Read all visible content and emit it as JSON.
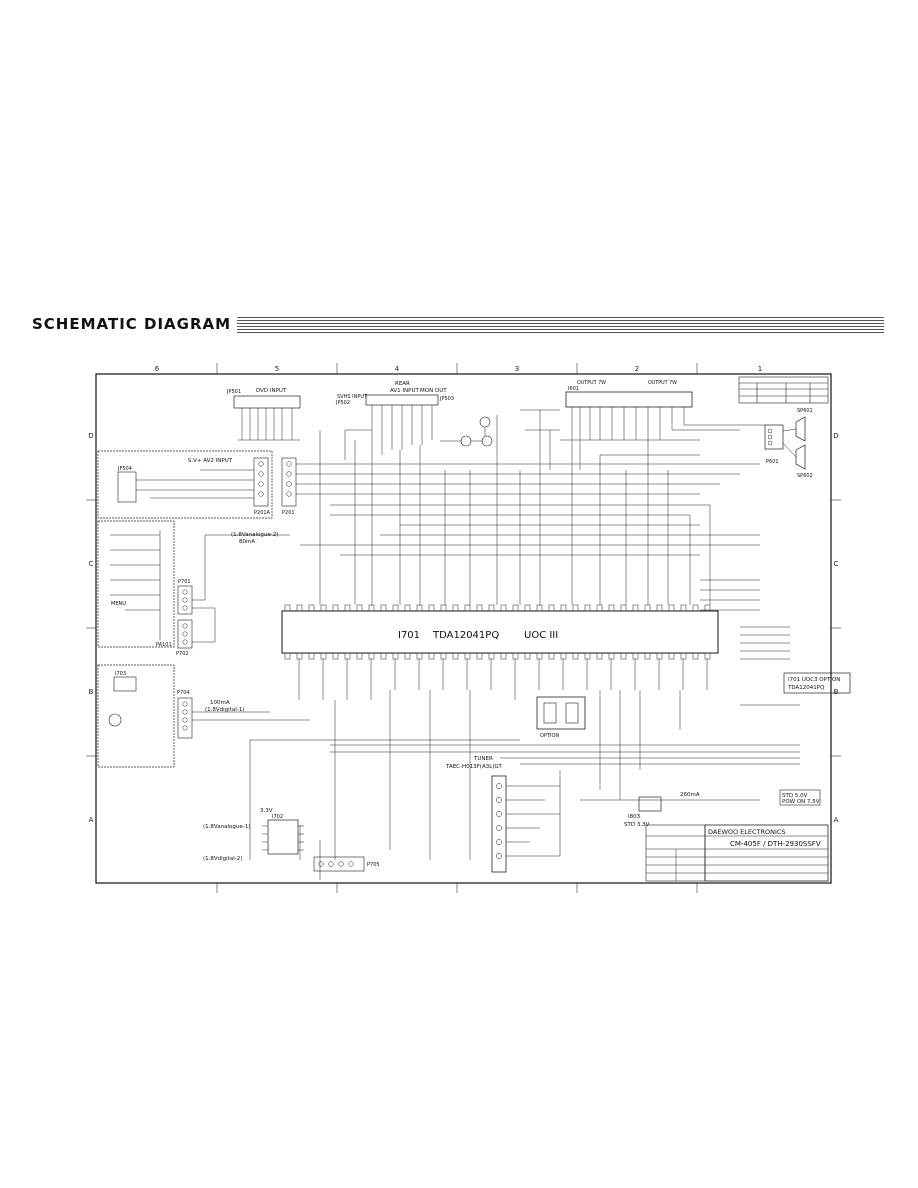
{
  "header": {
    "title": "SCHEMATIC DIAGRAM"
  },
  "grid": {
    "columns": [
      "6",
      "5",
      "4",
      "3",
      "2",
      "1"
    ],
    "rows": [
      "D",
      "C",
      "B",
      "A"
    ]
  },
  "connectors": {
    "dvd_input": "DVD INPUT",
    "jp501": "JP501",
    "svhs_input": "SVHS INPUT",
    "jp502": "JP502",
    "rear": "REAR",
    "av1_input": "AV1 INPUT",
    "mon_out": "MON OUT",
    "jp503": "JP503",
    "output_7w_a": "OUTPUT 7W",
    "output_7w_b": "OUTPUT 7W",
    "i601": "I601",
    "sp601": "SP601",
    "sp602": "SP602",
    "p601": "P601",
    "jf504": "JF504",
    "side_av2": "S.V+ AV2 INPUT",
    "p201": "P201",
    "p201a": "P201A",
    "pa101": "PA101",
    "p701": "P701",
    "p702": "P702",
    "p704": "P704",
    "p705": "P705",
    "i703": "I703",
    "menu": "MENU"
  },
  "main_ic": {
    "ref": "I701",
    "part": "TDA12041PQ",
    "family": "UOC III"
  },
  "annotations": {
    "v1_8_analogue_2": "(1.8Vanalogue-2)",
    "ma_80": "80mA",
    "ma_100": "100mA",
    "v1_8_digital_1": "(1.8Vdigital-1)",
    "v1_8_analogue_1": "(1.8Vanalogue-1)",
    "v1_8_digital_2": "(1.8Vdigital-2)",
    "v3_3": "3.3V",
    "i702": "I702",
    "ma_260": "260mA",
    "std_3_3": "STD 3.3V",
    "i803": "I803",
    "std_5v": "STD 5.0V",
    "pow_on_5v": "POW ON 7.5V",
    "option": "OPTION",
    "tuner": "TUNER",
    "tuner_part": "TAEC-H013F(A3L)GT"
  },
  "option_box": {
    "line1": "I701 UOC3 OPTION",
    "line2": "TDA12041PQ"
  },
  "title_block": {
    "company": "DAEWOO ELECTRONICS",
    "model": "CM-405F / DTH-2930SSFV"
  }
}
